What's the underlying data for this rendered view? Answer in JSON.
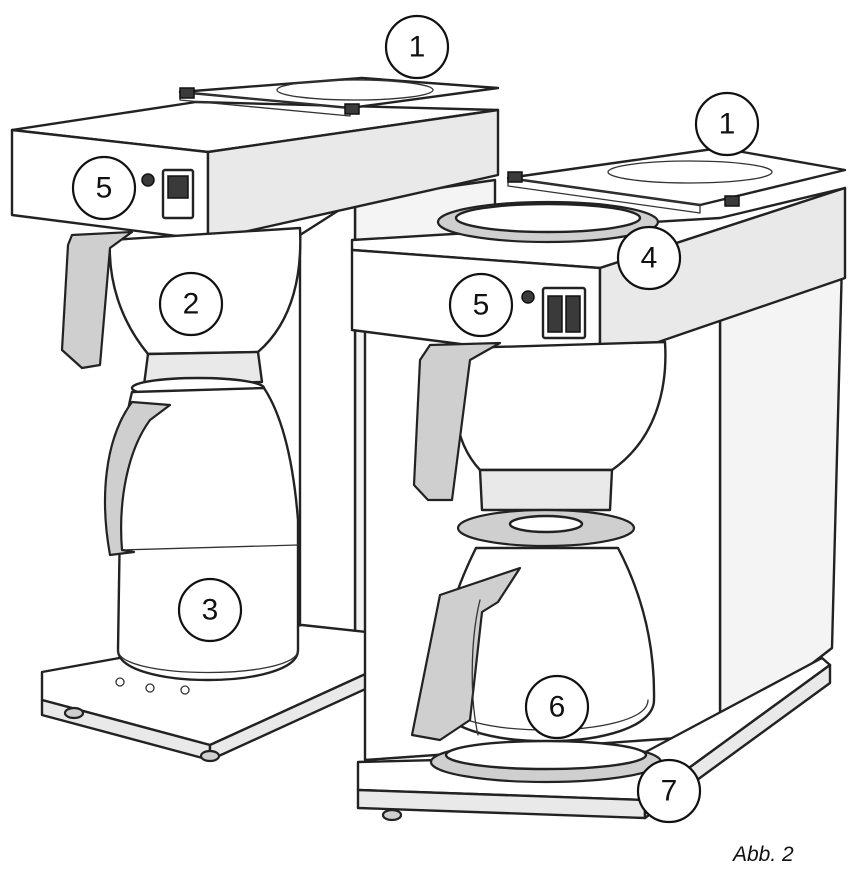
{
  "figure": {
    "label": "Abb. 2"
  },
  "callouts": [
    {
      "id": "c1a",
      "number": "1"
    },
    {
      "id": "c1b",
      "number": "1"
    },
    {
      "id": "c2",
      "number": "2"
    },
    {
      "id": "c3",
      "number": "3"
    },
    {
      "id": "c4",
      "number": "4"
    },
    {
      "id": "c5a",
      "number": "5"
    },
    {
      "id": "c5b",
      "number": "5"
    },
    {
      "id": "c6",
      "number": "6"
    },
    {
      "id": "c7",
      "number": "7"
    }
  ]
}
